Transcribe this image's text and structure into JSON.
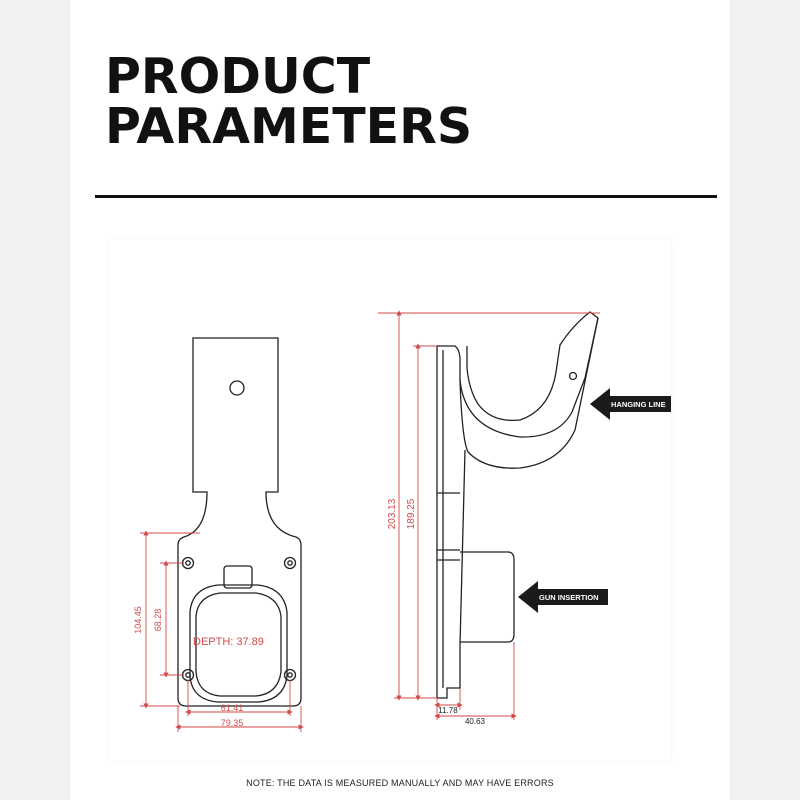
{
  "header": {
    "title_line1": "PRODUCT",
    "title_line2": "PARAMETERS"
  },
  "front_view": {
    "depth_label": "DEPTH:  37.89",
    "dim_104": "104.45",
    "dim_68": "68.28",
    "dim_61": "61.41",
    "dim_79": "79.35"
  },
  "side_view": {
    "dim_203": "203.13",
    "dim_189": "189.25",
    "dim_11": "11.78",
    "dim_40": "40.63",
    "label_hanging": "HANGING LINE",
    "label_gun": "GUN INSERTION"
  },
  "footer": {
    "note": "NOTE: THE DATA IS MEASURED MANUALLY AND MAY HAVE ERRORS"
  },
  "colors": {
    "dimension": "#d24a4a",
    "outline": "#222222",
    "label_bg": "#1b1b1b"
  }
}
